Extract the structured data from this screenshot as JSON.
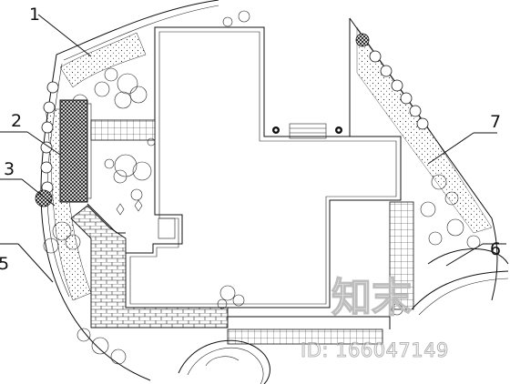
{
  "callouts": [
    {
      "id": "c1",
      "label": "1"
    },
    {
      "id": "c2",
      "label": "2"
    },
    {
      "id": "c3",
      "label": "3"
    },
    {
      "id": "c5",
      "label": "5"
    },
    {
      "id": "c6",
      "label": "6"
    },
    {
      "id": "c7",
      "label": "7"
    }
  ],
  "watermark": {
    "brand": "知末",
    "id_text": "ID: 166047149"
  }
}
